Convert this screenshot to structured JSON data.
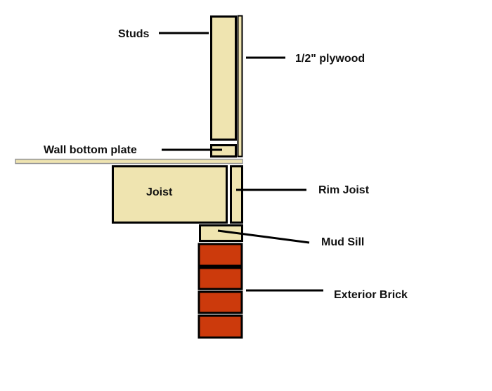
{
  "title": "Wall framing section at floor",
  "labels": {
    "studs": "Studs",
    "plywood": "1/2\" plywood",
    "bottom_plate": "Wall bottom plate",
    "joist": "Joist",
    "rim_joist": "Rim Joist",
    "mud_sill": "Mud Sill",
    "brick": "Exterior Brick"
  },
  "colors": {
    "wood": "#efe4b0",
    "brick": "#cc3a0c",
    "outline": "#000000"
  }
}
